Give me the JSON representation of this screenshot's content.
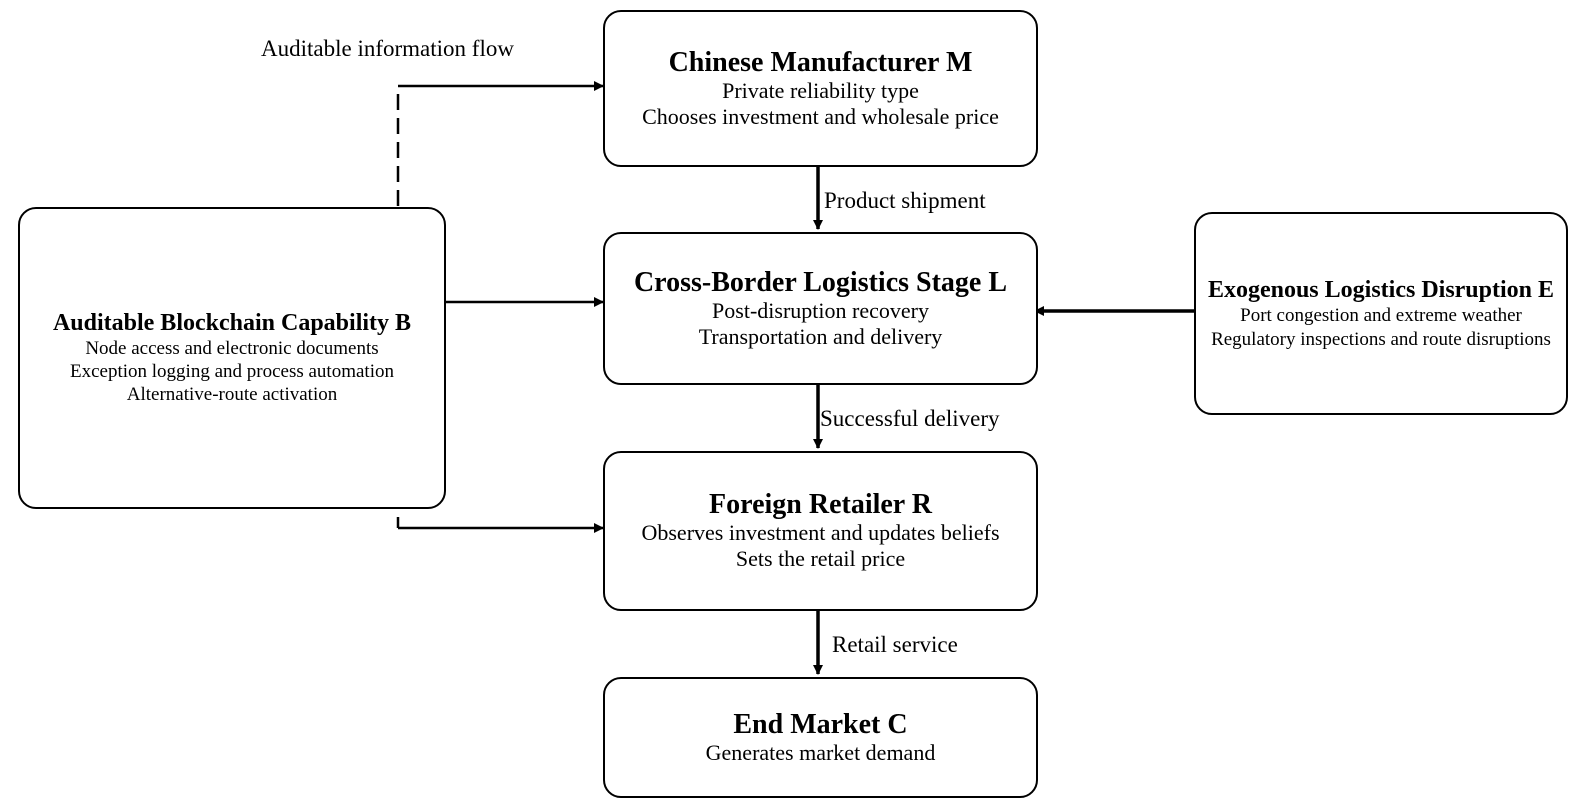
{
  "nodes": {
    "manufacturer": {
      "title": "Chinese Manufacturer M",
      "lines": [
        "Private reliability type",
        "Chooses investment and wholesale price"
      ]
    },
    "logistics": {
      "title": "Cross-Border Logistics Stage L",
      "lines": [
        "Post-disruption recovery",
        "Transportation and delivery"
      ]
    },
    "retailer": {
      "title": "Foreign Retailer R",
      "lines": [
        "Observes investment and updates beliefs",
        "Sets the retail price"
      ]
    },
    "market": {
      "title": "End Market C",
      "lines": [
        "Generates market demand"
      ]
    },
    "blockchain": {
      "title": "Auditable Blockchain Capability B",
      "lines": [
        "Node access and electronic documents",
        "Exception logging and process automation",
        "Alternative-route activation"
      ]
    },
    "disruption": {
      "title": "Exogenous Logistics Disruption E",
      "lines": [
        "Port congestion and extreme weather",
        "Regulatory inspections and route disruptions"
      ]
    }
  },
  "edges": {
    "information_flow": "Auditable information flow",
    "product_shipment": "Product shipment",
    "successful_delivery": "Successful delivery",
    "retail_service": "Retail service"
  }
}
